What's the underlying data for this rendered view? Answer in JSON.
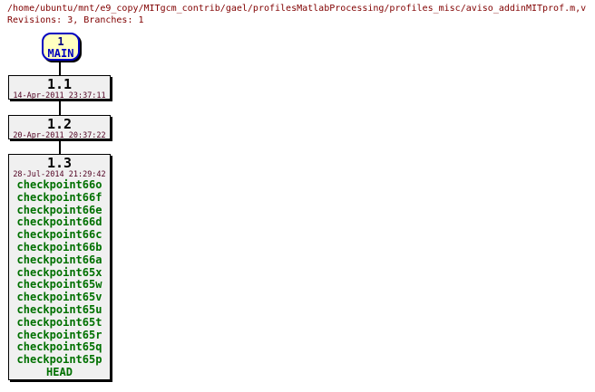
{
  "header": {
    "path_line": "/home/ubuntu/mnt/e9_copy/MITgcm_contrib/gael/profilesMatlabProcessing/profiles_misc/aviso_addinMITprof.m,v",
    "summary_line": "Revisions: 3, Branches: 1"
  },
  "branch": {
    "number": "1",
    "name": "MAIN"
  },
  "revisions": [
    {
      "number": "1.1",
      "date": "14-Apr-2011 23:37:11"
    },
    {
      "number": "1.2",
      "date": "20-Apr-2011 20:37:22"
    },
    {
      "number": "1.3",
      "date": "28-Jul-2014 21:29:42",
      "tags": [
        "checkpoint66o",
        "checkpoint66f",
        "checkpoint66e",
        "checkpoint66d",
        "checkpoint66c",
        "checkpoint66b",
        "checkpoint66a",
        "checkpoint65x",
        "checkpoint65w",
        "checkpoint65v",
        "checkpoint65u",
        "checkpoint65t",
        "checkpoint65r",
        "checkpoint65q",
        "checkpoint65p"
      ],
      "head_label": "HEAD"
    }
  ],
  "colors": {
    "title_text": "#800000",
    "date_text": "#500020",
    "tag_text": "#007000",
    "rev_number_text": "#000000",
    "rev_box_bg": "#f0f0f0",
    "branch_box_bg": "#ffffc0",
    "branch_box_border": "#0000c0",
    "branch_number_text": "#000080",
    "connector_line": "#000000"
  }
}
